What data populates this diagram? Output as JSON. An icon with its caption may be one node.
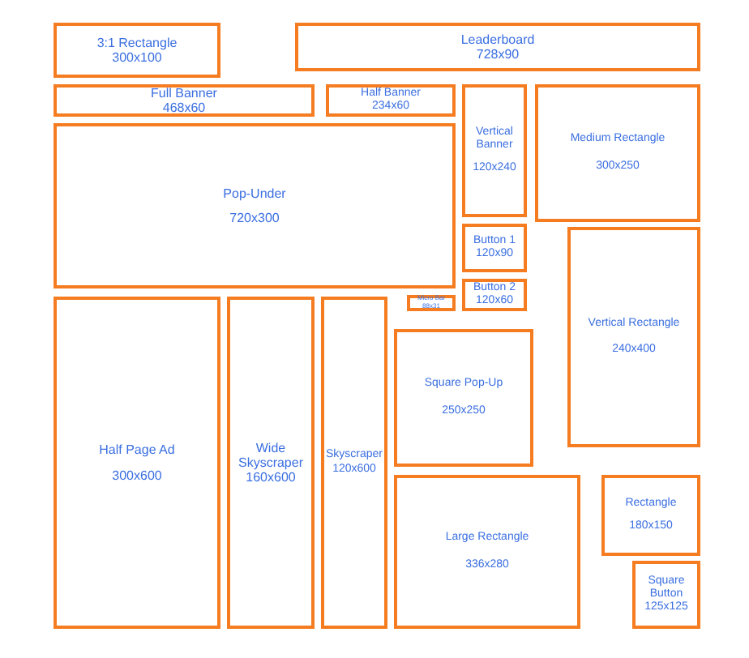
{
  "diagram": {
    "nodes": [
      {
        "text": [
          "3:1 Rectangle",
          "300x100"
        ]
      },
      {
        "text": [
          "Leaderboard",
          "728x90"
        ]
      },
      {
        "text": [
          "Full Banner",
          "468x60"
        ]
      },
      {
        "text": [
          "Half Banner",
          "234x60"
        ]
      },
      {
        "text": [
          "Vertical Banner",
          "120x240"
        ]
      },
      {
        "text": [
          "Medium Rectangle",
          "300x250"
        ]
      },
      {
        "text": [
          "Pop-Under",
          "720x300"
        ]
      },
      {
        "text": [
          "Button 1",
          "120x90"
        ]
      },
      {
        "text": [
          "Vertical Rectangle",
          "240x400"
        ]
      },
      {
        "text": [
          "Button 2",
          "120x60"
        ]
      },
      {
        "text": [
          "Micro Bar",
          "88x31"
        ]
      },
      {
        "text": [
          "Half Page Ad",
          "300x600"
        ]
      },
      {
        "text": [
          "Wide Skyscraper",
          "160x600"
        ]
      },
      {
        "text": [
          "Skyscraper",
          "120x600"
        ]
      },
      {
        "text": [
          "Square Pop-Up",
          "250x250"
        ]
      },
      {
        "text": [
          "Large Rectangle",
          "336x280"
        ]
      },
      {
        "text": [
          "Rectangle",
          "180x150"
        ]
      },
      {
        "text": [
          "Square Button",
          "125x125"
        ]
      }
    ]
  }
}
